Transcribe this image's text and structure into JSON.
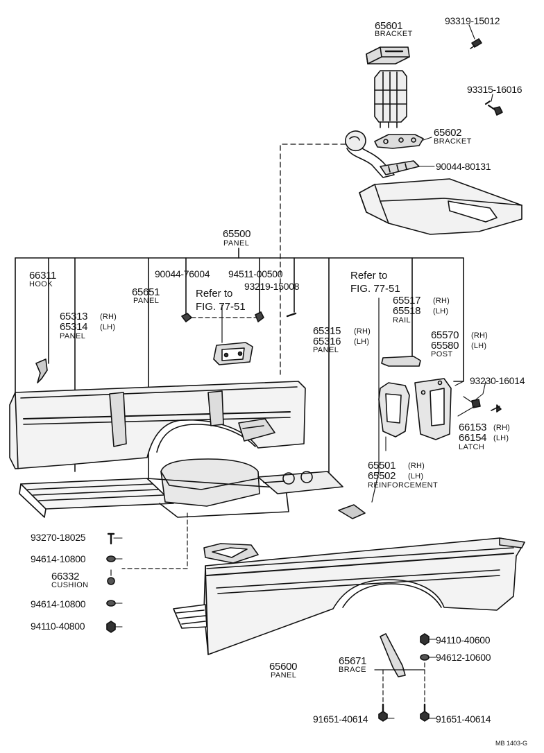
{
  "parts": {
    "p65601": {
      "number": "65601",
      "name": "BRACKET"
    },
    "p93319": {
      "number": "93319-15012"
    },
    "p93315": {
      "number": "93315-16016"
    },
    "p65602": {
      "number": "65602",
      "name": "BRACKET"
    },
    "p90044_80131": {
      "number": "90044-80131"
    },
    "p65500": {
      "number": "65500",
      "name": "PANEL"
    },
    "p66311": {
      "number": "66311",
      "name": "HOOK"
    },
    "p90044_76004": {
      "number": "90044-76004"
    },
    "p94511": {
      "number": "94511-00500"
    },
    "p93219": {
      "number": "93219-15008"
    },
    "p65651": {
      "number": "65651",
      "name": "PANEL"
    },
    "p65313": {
      "number": "65313",
      "side": "(RH)"
    },
    "p65314": {
      "number": "65314",
      "side": "(LH)",
      "name": "PANEL"
    },
    "p65315": {
      "number": "65315",
      "side": "(RH)"
    },
    "p65316": {
      "number": "65316",
      "side": "(LH)",
      "name": "PANEL"
    },
    "p65517": {
      "number": "65517",
      "side": "(RH)"
    },
    "p65518": {
      "number": "65518",
      "side": "(LH)",
      "name": "RAIL"
    },
    "p65570": {
      "number": "65570",
      "side": "(RH)"
    },
    "p65580": {
      "number": "65580",
      "side": "(LH)",
      "name": "POST"
    },
    "p93230": {
      "number": "93230-16014"
    },
    "p66153": {
      "number": "66153",
      "side": "(RH)"
    },
    "p66154": {
      "number": "66154",
      "side": "(LH)",
      "name": "LATCH"
    },
    "p65501": {
      "number": "65501",
      "side": "(RH)"
    },
    "p65502": {
      "number": "65502",
      "side": "(LH)",
      "name": "REINFORCEMENT"
    },
    "p93270": {
      "number": "93270-18025"
    },
    "p94614a": {
      "number": "94614-10800"
    },
    "p66332": {
      "number": "66332",
      "name": "CUSHION"
    },
    "p94614b": {
      "number": "94614-10800"
    },
    "p94110_40800": {
      "number": "94110-40800"
    },
    "p65600": {
      "number": "65600",
      "name": "PANEL"
    },
    "p94110_40600": {
      "number": "94110-40600"
    },
    "p94612": {
      "number": "94612-10600"
    },
    "p65671": {
      "number": "65671",
      "name": "BRACE"
    },
    "p91651a": {
      "number": "91651-40614"
    },
    "p91651b": {
      "number": "91651-40614"
    }
  },
  "refs": {
    "ref1": "Refer to\nFIG. 77-51",
    "ref2": "Refer to\nFIG. 77-51"
  },
  "footer": {
    "code": "MB  1403-G"
  }
}
